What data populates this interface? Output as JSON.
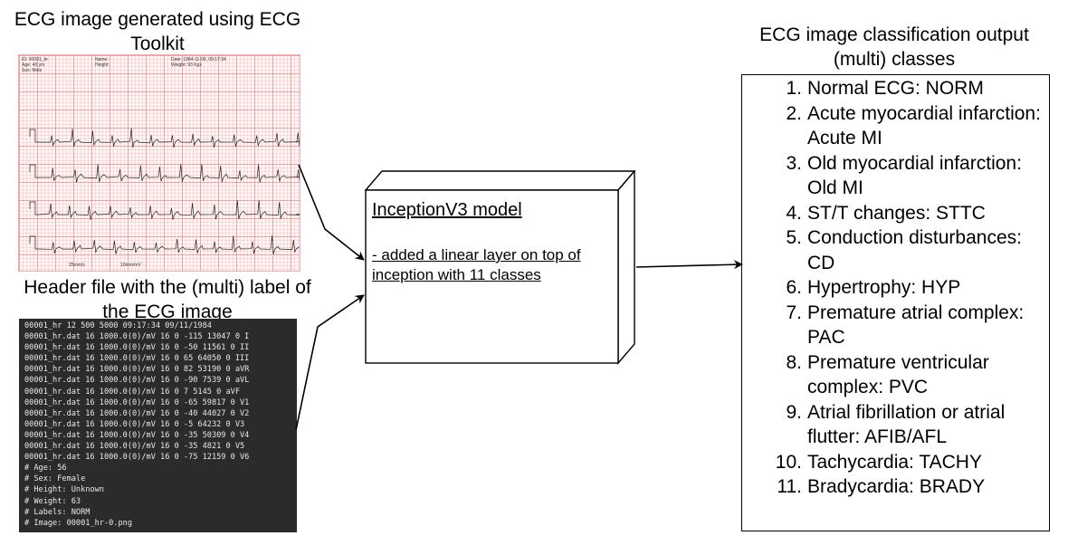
{
  "captions": {
    "ecg_image": "ECG image generated using ECG Toolkit",
    "header_file": "Header file with the (multi) label of the ECG image",
    "output": "ECG image classification output (multi) classes"
  },
  "ecg_meta": {
    "id": "ID: 00001_hr",
    "age": "Age: 40 yrs",
    "sex": "Sex: Male",
    "name": "Name:",
    "height": "Height:",
    "date": "Date: 1984-11-09, 09:17:34",
    "weight": "Weight: 93 Kgs",
    "speed": "25mm/s",
    "gain": "10mm/mV"
  },
  "header_file": {
    "lines": [
      "00001_hr 12 500 5000 09:17:34 09/11/1984",
      "00001_hr.dat 16 1000.0(0)/mV 16 0 -115 13047 0 I",
      "00001_hr.dat 16 1000.0(0)/mV 16 0 -50 11561 0 II",
      "00001_hr.dat 16 1000.0(0)/mV 16 0 65 64050 0 III",
      "00001_hr.dat 16 1000.0(0)/mV 16 0 82 53190 0 aVR",
      "00001_hr.dat 16 1000.0(0)/mV 16 0 -90 7539 0 aVL",
      "00001_hr.dat 16 1000.0(0)/mV 16 0 7 5145 0 aVF",
      "00001_hr.dat 16 1000.0(0)/mV 16 0 -65 59817 0 V1",
      "00001_hr.dat 16 1000.0(0)/mV 16 0 -40 44027 0 V2",
      "00001_hr.dat 16 1000.0(0)/mV 16 0 -5 64232 0 V3",
      "00001_hr.dat 16 1000.0(0)/mV 16 0 -35 50309 0 V4",
      "00001_hr.dat 16 1000.0(0)/mV 16 0 -35 4821 0 V5",
      "00001_hr.dat 16 1000.0(0)/mV 16 0 -75 12159 0 V6",
      "# Age: 56",
      "# Sex: Female",
      "# Height: Unknown",
      "# Weight: 63",
      "# Labels: NORM",
      "# Image: 00001_hr-0.png"
    ]
  },
  "model": {
    "title": "InceptionV3 model",
    "detail": "- added a linear layer on top of inception with 11 classes"
  },
  "output_classes": [
    {
      "num": "1.",
      "text": "Normal ECG: NORM"
    },
    {
      "num": "2.",
      "text": "Acute myocardial infarction: Acute MI"
    },
    {
      "num": "3.",
      "text": "Old myocardial infarction: Old MI"
    },
    {
      "num": "4.",
      "text": "ST/T changes: STTC"
    },
    {
      "num": "5.",
      "text": "Conduction disturbances: CD"
    },
    {
      "num": "6.",
      "text": "Hypertrophy: HYP"
    },
    {
      "num": "7.",
      "text": "Premature atrial complex: PAC"
    },
    {
      "num": "8.",
      "text": "Premature ventricular complex: PVC"
    },
    {
      "num": "9.",
      "text": "Atrial fibrillation or atrial flutter: AFIB/AFL"
    },
    {
      "num": "10.",
      "text": "Tachycardia: TACHY"
    },
    {
      "num": "11.",
      "text": "Bradycardia: BRADY"
    }
  ]
}
